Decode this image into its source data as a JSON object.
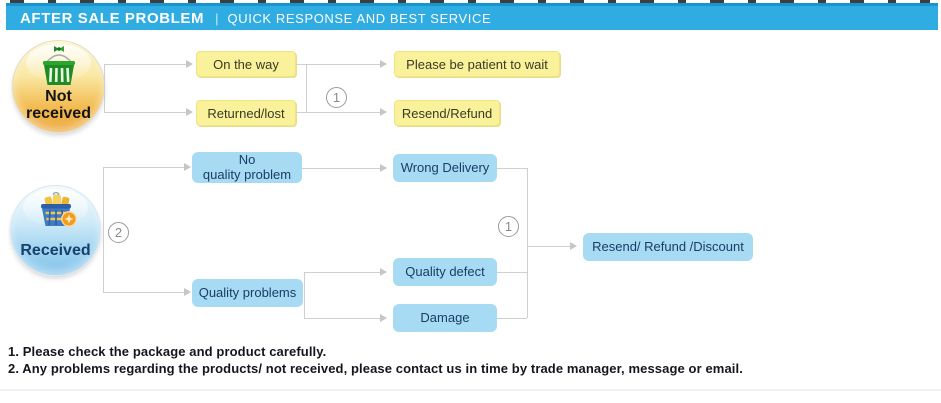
{
  "header": {
    "title": "AFTER SALE PROBLEM",
    "divider": "|",
    "subtitle": "QUICK RESPONSE AND BEST SERVICE",
    "bar_color": "#2FACE1"
  },
  "colors": {
    "yellow_box_fill": "#F9F29B",
    "blue_box_fill": "#A6DBF3",
    "blue_text": "#1B3C63",
    "connector_line": "#CFCFCF",
    "not_received_node": "#EDA63B",
    "received_node": "#83C2EA"
  },
  "nodes": {
    "not_received": "Not\nreceived",
    "received": "Received"
  },
  "not_received_flow": {
    "causes": [
      "On the way",
      "Returned/lost"
    ],
    "junction_number": "1",
    "outcomes": [
      "Please be patient to wait",
      "Resend/Refund"
    ]
  },
  "received_flow": {
    "bracket_number": "2",
    "branches": [
      "No\nquality problem",
      "Quality problems"
    ],
    "issues": [
      "Wrong Delivery",
      "Quality defect",
      "Damage"
    ],
    "junction_number": "1",
    "outcome": "Resend/ Refund /Discount"
  },
  "notes": [
    "1. Please check the package and product carefully.",
    "2. Any problems regarding the products/ not received, please contact us in time by trade manager, message or email."
  ]
}
